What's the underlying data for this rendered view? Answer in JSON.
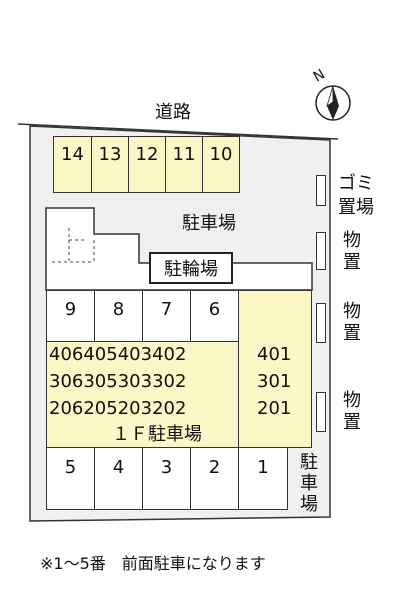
{
  "road_label": "道路",
  "north_label": "N",
  "parking_label": "駐車場",
  "bike_parking_label": "駐輪場",
  "garbage_label": "ゴミ置場",
  "storage_labels": [
    "物置",
    "物置",
    "物置"
  ],
  "top_spaces": [
    "14",
    "13",
    "12",
    "11",
    "10"
  ],
  "middle_spaces": [
    "9",
    "8",
    "7",
    "6"
  ],
  "bottom_spaces": [
    "5",
    "4",
    "3",
    "2",
    "1"
  ],
  "unit_rows": [
    [
      "406",
      "405",
      "403",
      "402"
    ],
    [
      "306",
      "305",
      "303",
      "302"
    ],
    [
      "206",
      "205",
      "203",
      "202"
    ]
  ],
  "unit_column_right": [
    "401",
    "301",
    "201"
  ],
  "ground_parking_label": "１Ｆ駐車場",
  "side_parking_label": "駐車場",
  "footnote": "※1～5番　前面駐車になります",
  "colors": {
    "yellow": "#fbf7c7",
    "lot": "#f0f0f0",
    "line": "#333333"
  }
}
